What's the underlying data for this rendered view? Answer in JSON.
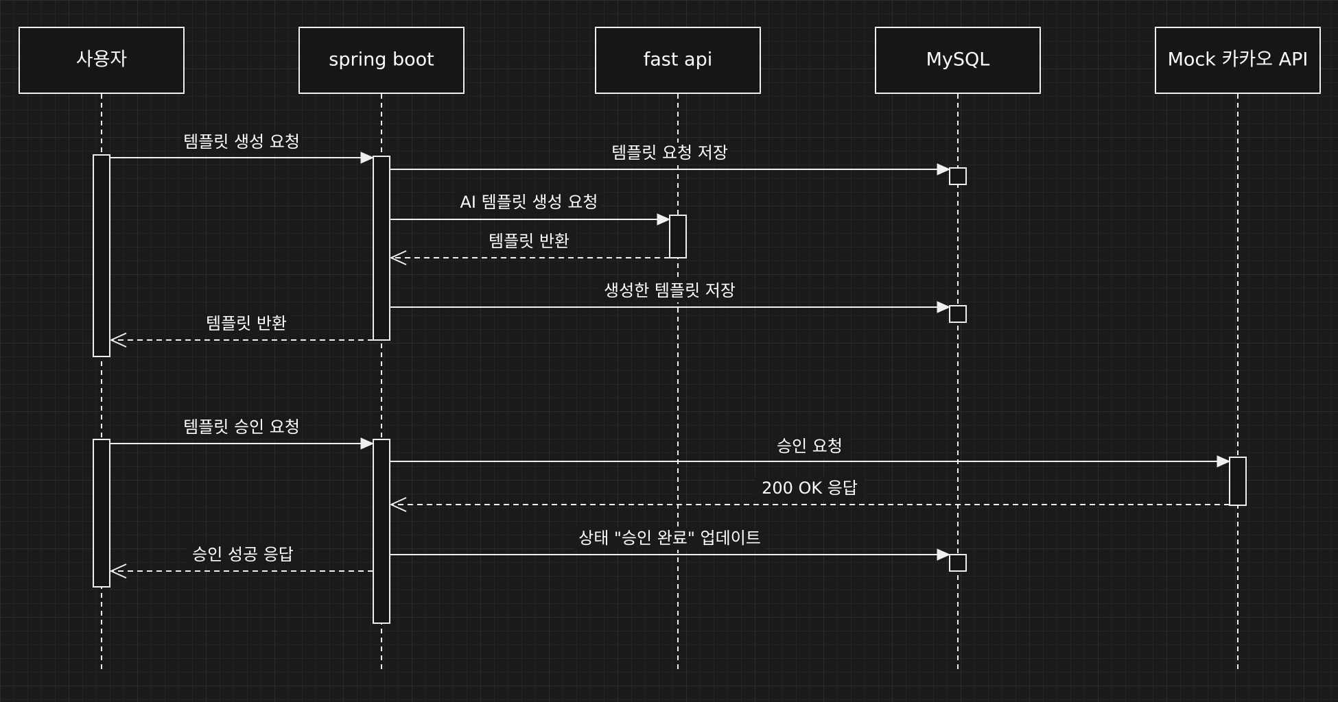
{
  "participants": [
    {
      "id": "user",
      "label": "사용자"
    },
    {
      "id": "spring",
      "label": "spring boot"
    },
    {
      "id": "fastapi",
      "label": "fast api"
    },
    {
      "id": "mysql",
      "label": "MySQL"
    },
    {
      "id": "kakao",
      "label": "Mock 카카오 API"
    }
  ],
  "messages": [
    {
      "from": "user",
      "to": "spring",
      "label": "템플릿 생성 요청",
      "style": "solid"
    },
    {
      "from": "spring",
      "to": "mysql",
      "label": "템플릿 요청 저장",
      "style": "solid"
    },
    {
      "from": "spring",
      "to": "fastapi",
      "label": "AI 템플릿 생성 요청",
      "style": "solid"
    },
    {
      "from": "fastapi",
      "to": "spring",
      "label": "템플릿 반환",
      "style": "dashed"
    },
    {
      "from": "spring",
      "to": "mysql",
      "label": "생성한 템플릿 저장",
      "style": "solid"
    },
    {
      "from": "spring",
      "to": "user",
      "label": "템플릿 반환",
      "style": "dashed"
    },
    {
      "from": "user",
      "to": "spring",
      "label": "템플릿 승인 요청",
      "style": "solid"
    },
    {
      "from": "spring",
      "to": "kakao",
      "label": "승인 요청",
      "style": "solid"
    },
    {
      "from": "kakao",
      "to": "spring",
      "label": "200 OK 응답",
      "style": "dashed"
    },
    {
      "from": "spring",
      "to": "mysql",
      "label": "상태 \"승인 완료\" 업데이트",
      "style": "solid"
    },
    {
      "from": "spring",
      "to": "user",
      "label": "승인 성공 응답",
      "style": "dashed"
    }
  ],
  "colors": {
    "background": "#1a1a1a",
    "stroke": "#f0f0f0",
    "text": "#ffffff"
  }
}
